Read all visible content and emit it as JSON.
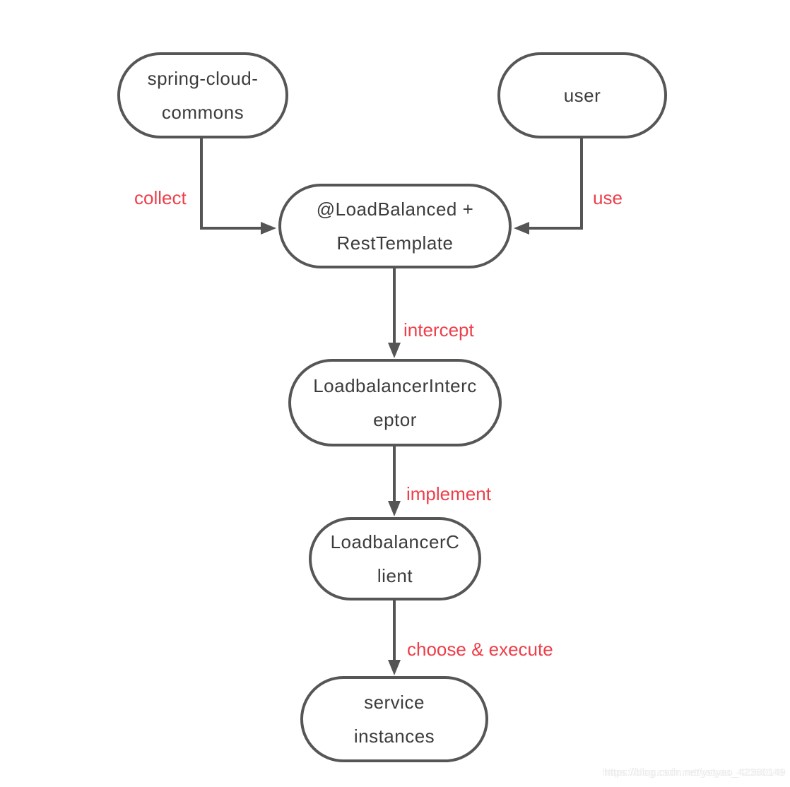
{
  "diagram": {
    "nodes": {
      "spring_cloud_commons": {
        "label": "spring-cloud-commons",
        "lines": [
          "spring-cloud-",
          "commons"
        ]
      },
      "user": {
        "label": "user",
        "lines": [
          "user"
        ]
      },
      "loadbalanced_resttemplate": {
        "label": "@LoadBalanced + RestTemplate",
        "lines": [
          "@LoadBalanced +",
          "RestTemplate"
        ]
      },
      "loadbalancer_interceptor": {
        "label": "LoadbalancerInterceptor",
        "lines": [
          "LoadbalancerInterc",
          "eptor"
        ]
      },
      "loadbalancer_client": {
        "label": "LoadbalancerClient",
        "lines": [
          "LoadbalancerC",
          "lient"
        ]
      },
      "service_instances": {
        "label": "service instances",
        "lines": [
          "service",
          "instances"
        ]
      }
    },
    "edges": [
      {
        "label": "collect",
        "from": "spring-cloud-commons",
        "to": "@LoadBalanced + RestTemplate"
      },
      {
        "label": "use",
        "from": "user",
        "to": "@LoadBalanced + RestTemplate"
      },
      {
        "label": "intercept",
        "from": "@LoadBalanced + RestTemplate",
        "to": "LoadbalancerInterceptor"
      },
      {
        "label": "implement",
        "from": "LoadbalancerInterceptor",
        "to": "LoadbalancerClient"
      },
      {
        "label": "choose & execute",
        "from": "LoadbalancerClient",
        "to": "service instances"
      }
    ],
    "colors": {
      "stroke": "#555555",
      "node_border": "#565656",
      "node_text": "#3c3c3c",
      "edge_label": "#ee3e49",
      "background": "#ffffff",
      "watermark": "#ececec"
    },
    "watermark": "https://blog.csdn.net/ystyao_42360149"
  }
}
